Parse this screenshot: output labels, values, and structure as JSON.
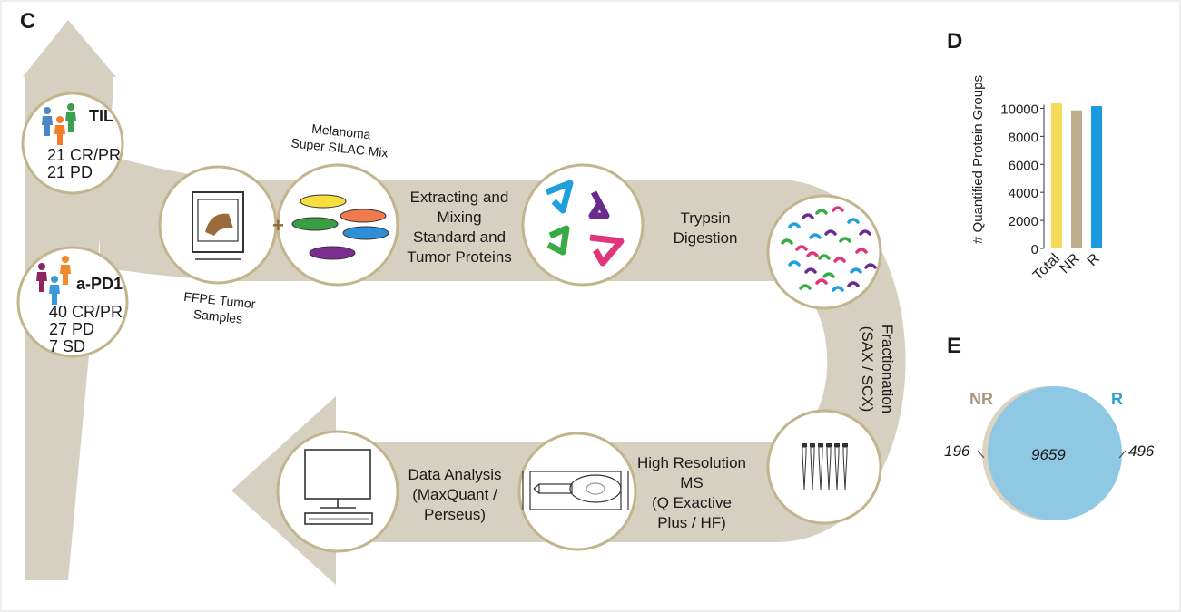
{
  "panels": {
    "c": "C",
    "d": "D",
    "e": "E"
  },
  "cohorts": {
    "til": {
      "title": "TIL",
      "lines": [
        "21 CR/PR",
        "21 PD"
      ]
    },
    "apd1": {
      "title": "a-PD1",
      "lines": [
        "40 CR/PR",
        "27 PD",
        "7 SD"
      ]
    }
  },
  "steps": {
    "ffpe": [
      "FFPE Tumor",
      "Samples"
    ],
    "silac": [
      "Melanoma",
      "Super SILAC Mix"
    ],
    "extract": [
      "Extracting and",
      "Mixing",
      "Standard and",
      "Tumor Proteins"
    ],
    "trypsin": [
      "Trypsin",
      "Digestion"
    ],
    "fraction": [
      "Fractionation",
      "(SAX / SCX)"
    ],
    "ms": [
      "High Resolution",
      "MS",
      "(Q Exactive",
      "Plus / HF)"
    ],
    "analysis": [
      "Data Analysis",
      "(MaxQuant /",
      "Perseus)"
    ],
    "plus": "+"
  },
  "colors": {
    "arrow": "#d6d0c0",
    "circle_border": "#c2b48d",
    "yellow": "#f7da5a",
    "tan": "#bfae8e",
    "blue": "#1a9be0",
    "venn_blue": "#8ec8e2",
    "nr_label": "#a8987d",
    "r_label": "#2c9fd8"
  },
  "chart_data": {
    "type": "bar",
    "categories": [
      "Total",
      "NR",
      "R"
    ],
    "values": [
      10351,
      9855,
      10155
    ],
    "colors": [
      "#f7da5a",
      "#bfae8e",
      "#1a9be0"
    ],
    "ylabel": "# Quantified Protein Groups",
    "yticks": [
      0,
      2000,
      4000,
      6000,
      8000,
      10000
    ],
    "ylim": [
      0,
      11000
    ]
  },
  "venn": {
    "left_label": "NR",
    "right_label": "R",
    "left_only": "196",
    "overlap": "9659",
    "right_only": "496"
  }
}
